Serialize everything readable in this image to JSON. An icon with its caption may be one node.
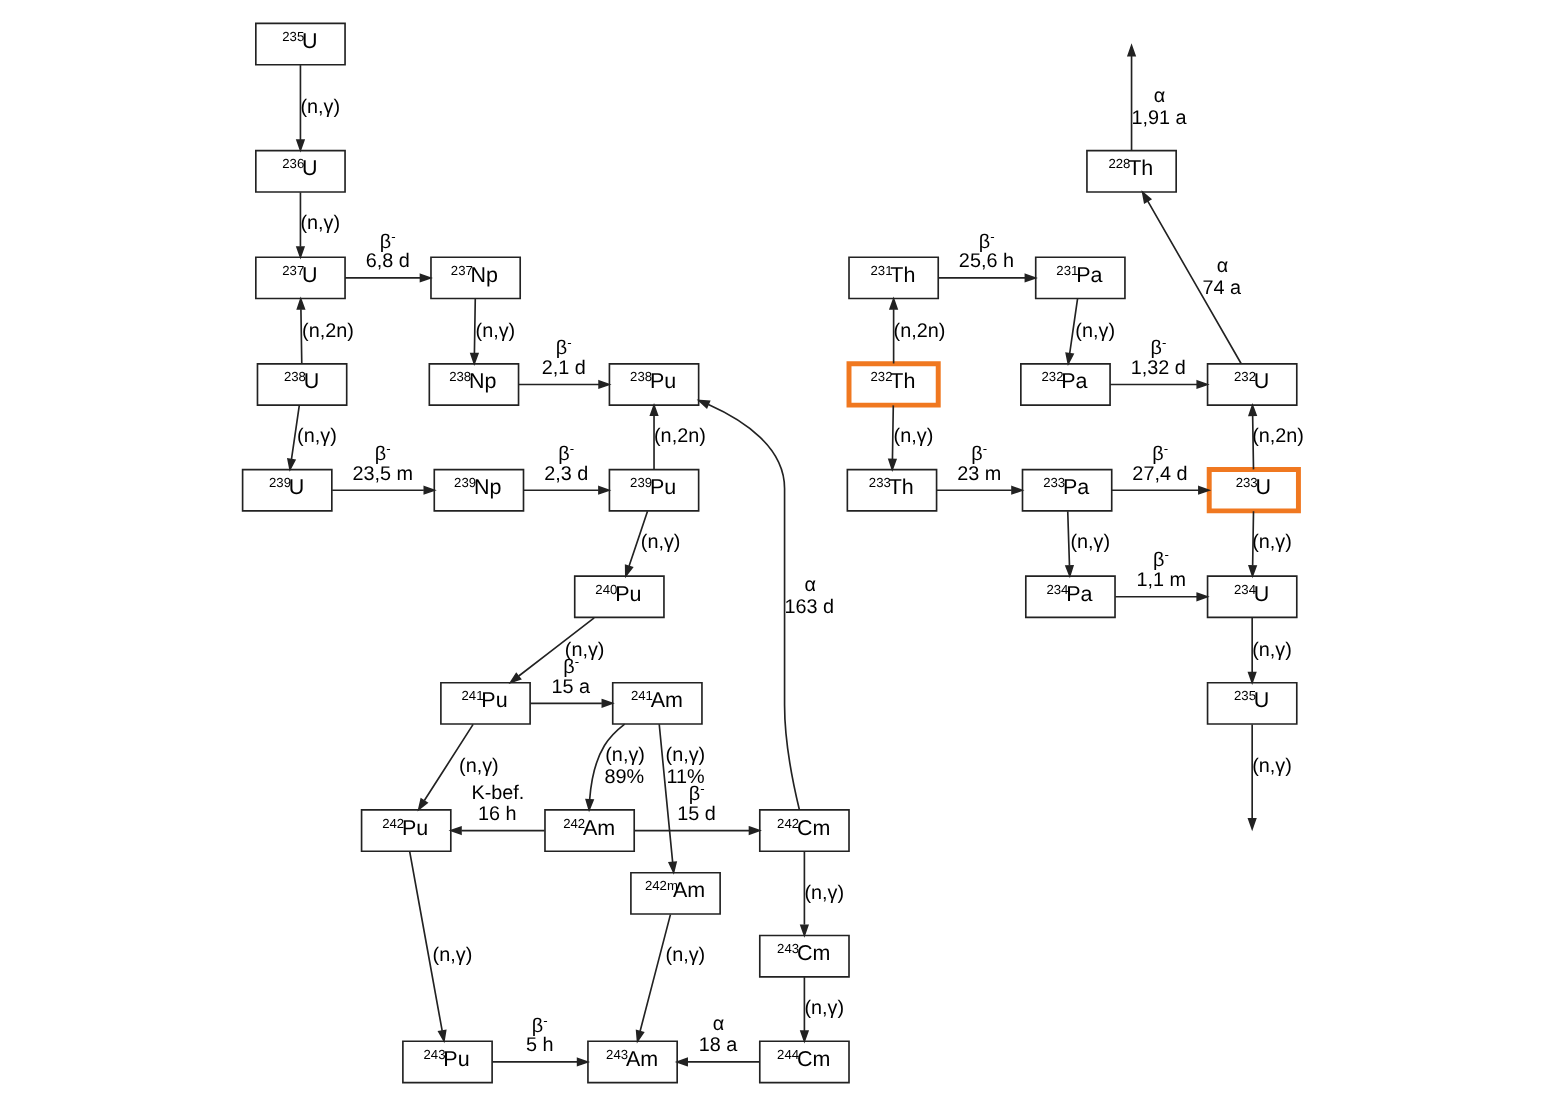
{
  "diagram": {
    "nodes": [
      {
        "text": [
          "$^{235}$U"
        ]
      },
      {
        "text": [
          "$^{236}$U"
        ]
      },
      {
        "text": [
          "$^{237}$U"
        ]
      },
      {
        "text": [
          "$^{237}$Np"
        ]
      },
      {
        "text": [
          "$^{238}$U"
        ]
      },
      {
        "text": [
          "$^{238}$Np"
        ]
      },
      {
        "text": [
          "$^{238}$Pu"
        ]
      },
      {
        "text": [
          "$^{239}$U"
        ]
      },
      {
        "text": [
          "$^{239}$Np"
        ]
      },
      {
        "text": [
          "$^{239}$Pu"
        ]
      },
      {
        "text": [
          "$^{240}$Pu"
        ]
      },
      {
        "text": [
          "$^{241}$Pu"
        ]
      },
      {
        "text": [
          "$^{241}$Am"
        ]
      },
      {
        "text": [
          "$^{242}$Pu"
        ]
      },
      {
        "text": [
          "$^{242}$Am"
        ]
      },
      {
        "text": [
          "$^{242}$Cm"
        ]
      },
      {
        "text": [
          "$^{242m}$Am"
        ]
      },
      {
        "text": [
          "$^{243}$Pu"
        ]
      },
      {
        "text": [
          "$^{243}$Am"
        ]
      },
      {
        "text": [
          "$^{243}$Cm"
        ]
      },
      {
        "text": [
          "$^{244}$Cm"
        ]
      },
      {
        "text": [
          "$^{228}$Th"
        ]
      },
      {
        "text": [
          "$^{231}$Th"
        ]
      },
      {
        "text": [
          "$^{231}$Pa"
        ]
      },
      {
        "text": [
          "$^{232}$Th"
        ]
      },
      {
        "text": [
          "$^{232}$Pa"
        ]
      },
      {
        "text": [
          "$^{232}$U"
        ]
      },
      {
        "text": [
          "$^{233}$Th"
        ]
      },
      {
        "text": [
          "$^{233}$Pa"
        ]
      },
      {
        "text": [
          "$^{233}$U"
        ]
      },
      {
        "text": [
          "$^{234}$Pa"
        ]
      },
      {
        "text": [
          "$^{234}$U"
        ]
      },
      {
        "text": [
          "$^{235}$U"
        ]
      }
    ],
    "edges": [
      {
        "from": 0,
        "to": 1,
        "arrow": "to",
        "label": "(n,γ)"
      },
      {
        "from": 1,
        "to": 2,
        "arrow": "to",
        "label": "(n,γ)"
      },
      {
        "from": 2,
        "to": 3,
        "arrow": "to",
        "label": "β$^{-}$ 6,8 d"
      },
      {
        "from": 4,
        "to": 2,
        "arrow": "to",
        "label": "(n,2n)"
      },
      {
        "from": 3,
        "to": 5,
        "arrow": "to",
        "label": "(n,γ)"
      },
      {
        "from": 4,
        "to": 7,
        "arrow": "to",
        "label": "(n,γ)"
      },
      {
        "from": 5,
        "to": 6,
        "arrow": "to",
        "label": "β$^{-}$ 2,1 d"
      },
      {
        "from": 7,
        "to": 8,
        "arrow": "to",
        "label": "β$^{-}$ 23,5 m"
      },
      {
        "from": 8,
        "to": 9,
        "arrow": "to",
        "label": "β$^{-}$ 2,3 d"
      },
      {
        "from": 9,
        "to": 6,
        "arrow": "to",
        "label": "(n,2n)"
      },
      {
        "from": 9,
        "to": 10,
        "arrow": "to",
        "label": "(n,γ)"
      },
      {
        "from": 10,
        "to": 11,
        "arrow": "to",
        "label": "(n,γ)"
      },
      {
        "from": 11,
        "to": 12,
        "arrow": "to",
        "label": "β$^{-}$ 15 a"
      },
      {
        "from": 11,
        "to": 13,
        "arrow": "to",
        "label": "(n,γ)"
      },
      {
        "from": 12,
        "to": 14,
        "arrow": "to",
        "label": "(n,γ) 89%"
      },
      {
        "from": 12,
        "to": 16,
        "arrow": "to",
        "label": "(n,γ) 11%"
      },
      {
        "from": 14,
        "to": 13,
        "arrow": "to",
        "label": "K-bef. 16 h"
      },
      {
        "from": 14,
        "to": 15,
        "arrow": "to",
        "label": "β$^{-}$ 15 d"
      },
      {
        "from": 15,
        "to": 6,
        "arrow": "to",
        "label": "α 163 d"
      },
      {
        "from": 13,
        "to": 17,
        "arrow": "to",
        "label": "(n,γ)"
      },
      {
        "from": 16,
        "to": 18,
        "arrow": "to",
        "label": "(n,γ)"
      },
      {
        "from": 17,
        "to": 18,
        "arrow": "to",
        "label": "β$^{-}$ 5 h"
      },
      {
        "from": 15,
        "to": 19,
        "arrow": "to",
        "label": "(n,γ)"
      },
      {
        "from": 19,
        "to": 20,
        "arrow": "to",
        "label": "(n,γ)"
      },
      {
        "from": 20,
        "to": 18,
        "arrow": "to",
        "label": "α 18 a"
      },
      {
        "from": 21,
        "to": null,
        "arrow": "to",
        "label": "α 1,91 a"
      },
      {
        "from": 26,
        "to": 21,
        "arrow": "to",
        "label": "α 74 a"
      },
      {
        "from": 24,
        "to": 22,
        "arrow": "to",
        "label": "(n,2n)"
      },
      {
        "from": 22,
        "to": 23,
        "arrow": "to",
        "label": "β$^{-}$ 25,6 h"
      },
      {
        "from": 23,
        "to": 25,
        "arrow": "to",
        "label": "(n,γ)"
      },
      {
        "from": 24,
        "to": 27,
        "arrow": "to",
        "label": "(n,γ)"
      },
      {
        "from": 25,
        "to": 26,
        "arrow": "to",
        "label": "β$^{-}$ 1,32 d"
      },
      {
        "from": 27,
        "to": 28,
        "arrow": "to",
        "label": "β$^{-}$ 23 m"
      },
      {
        "from": 28,
        "to": 29,
        "arrow": "to",
        "label": "β$^{-}$ 27,4 d"
      },
      {
        "from": 29,
        "to": 26,
        "arrow": "to",
        "label": "(n,2n)"
      },
      {
        "from": 28,
        "to": 30,
        "arrow": "to",
        "label": "(n,γ)"
      },
      {
        "from": 29,
        "to": 31,
        "arrow": "to",
        "label": "(n,γ)"
      },
      {
        "from": 30,
        "to": 31,
        "arrow": "to",
        "label": "β$^{-}$ 1,1 m"
      },
      {
        "from": 31,
        "to": 32,
        "arrow": "to",
        "label": "(n,γ)"
      },
      {
        "from": 32,
        "to": null,
        "arrow": "to",
        "label": "(n,γ)"
      }
    ]
  }
}
